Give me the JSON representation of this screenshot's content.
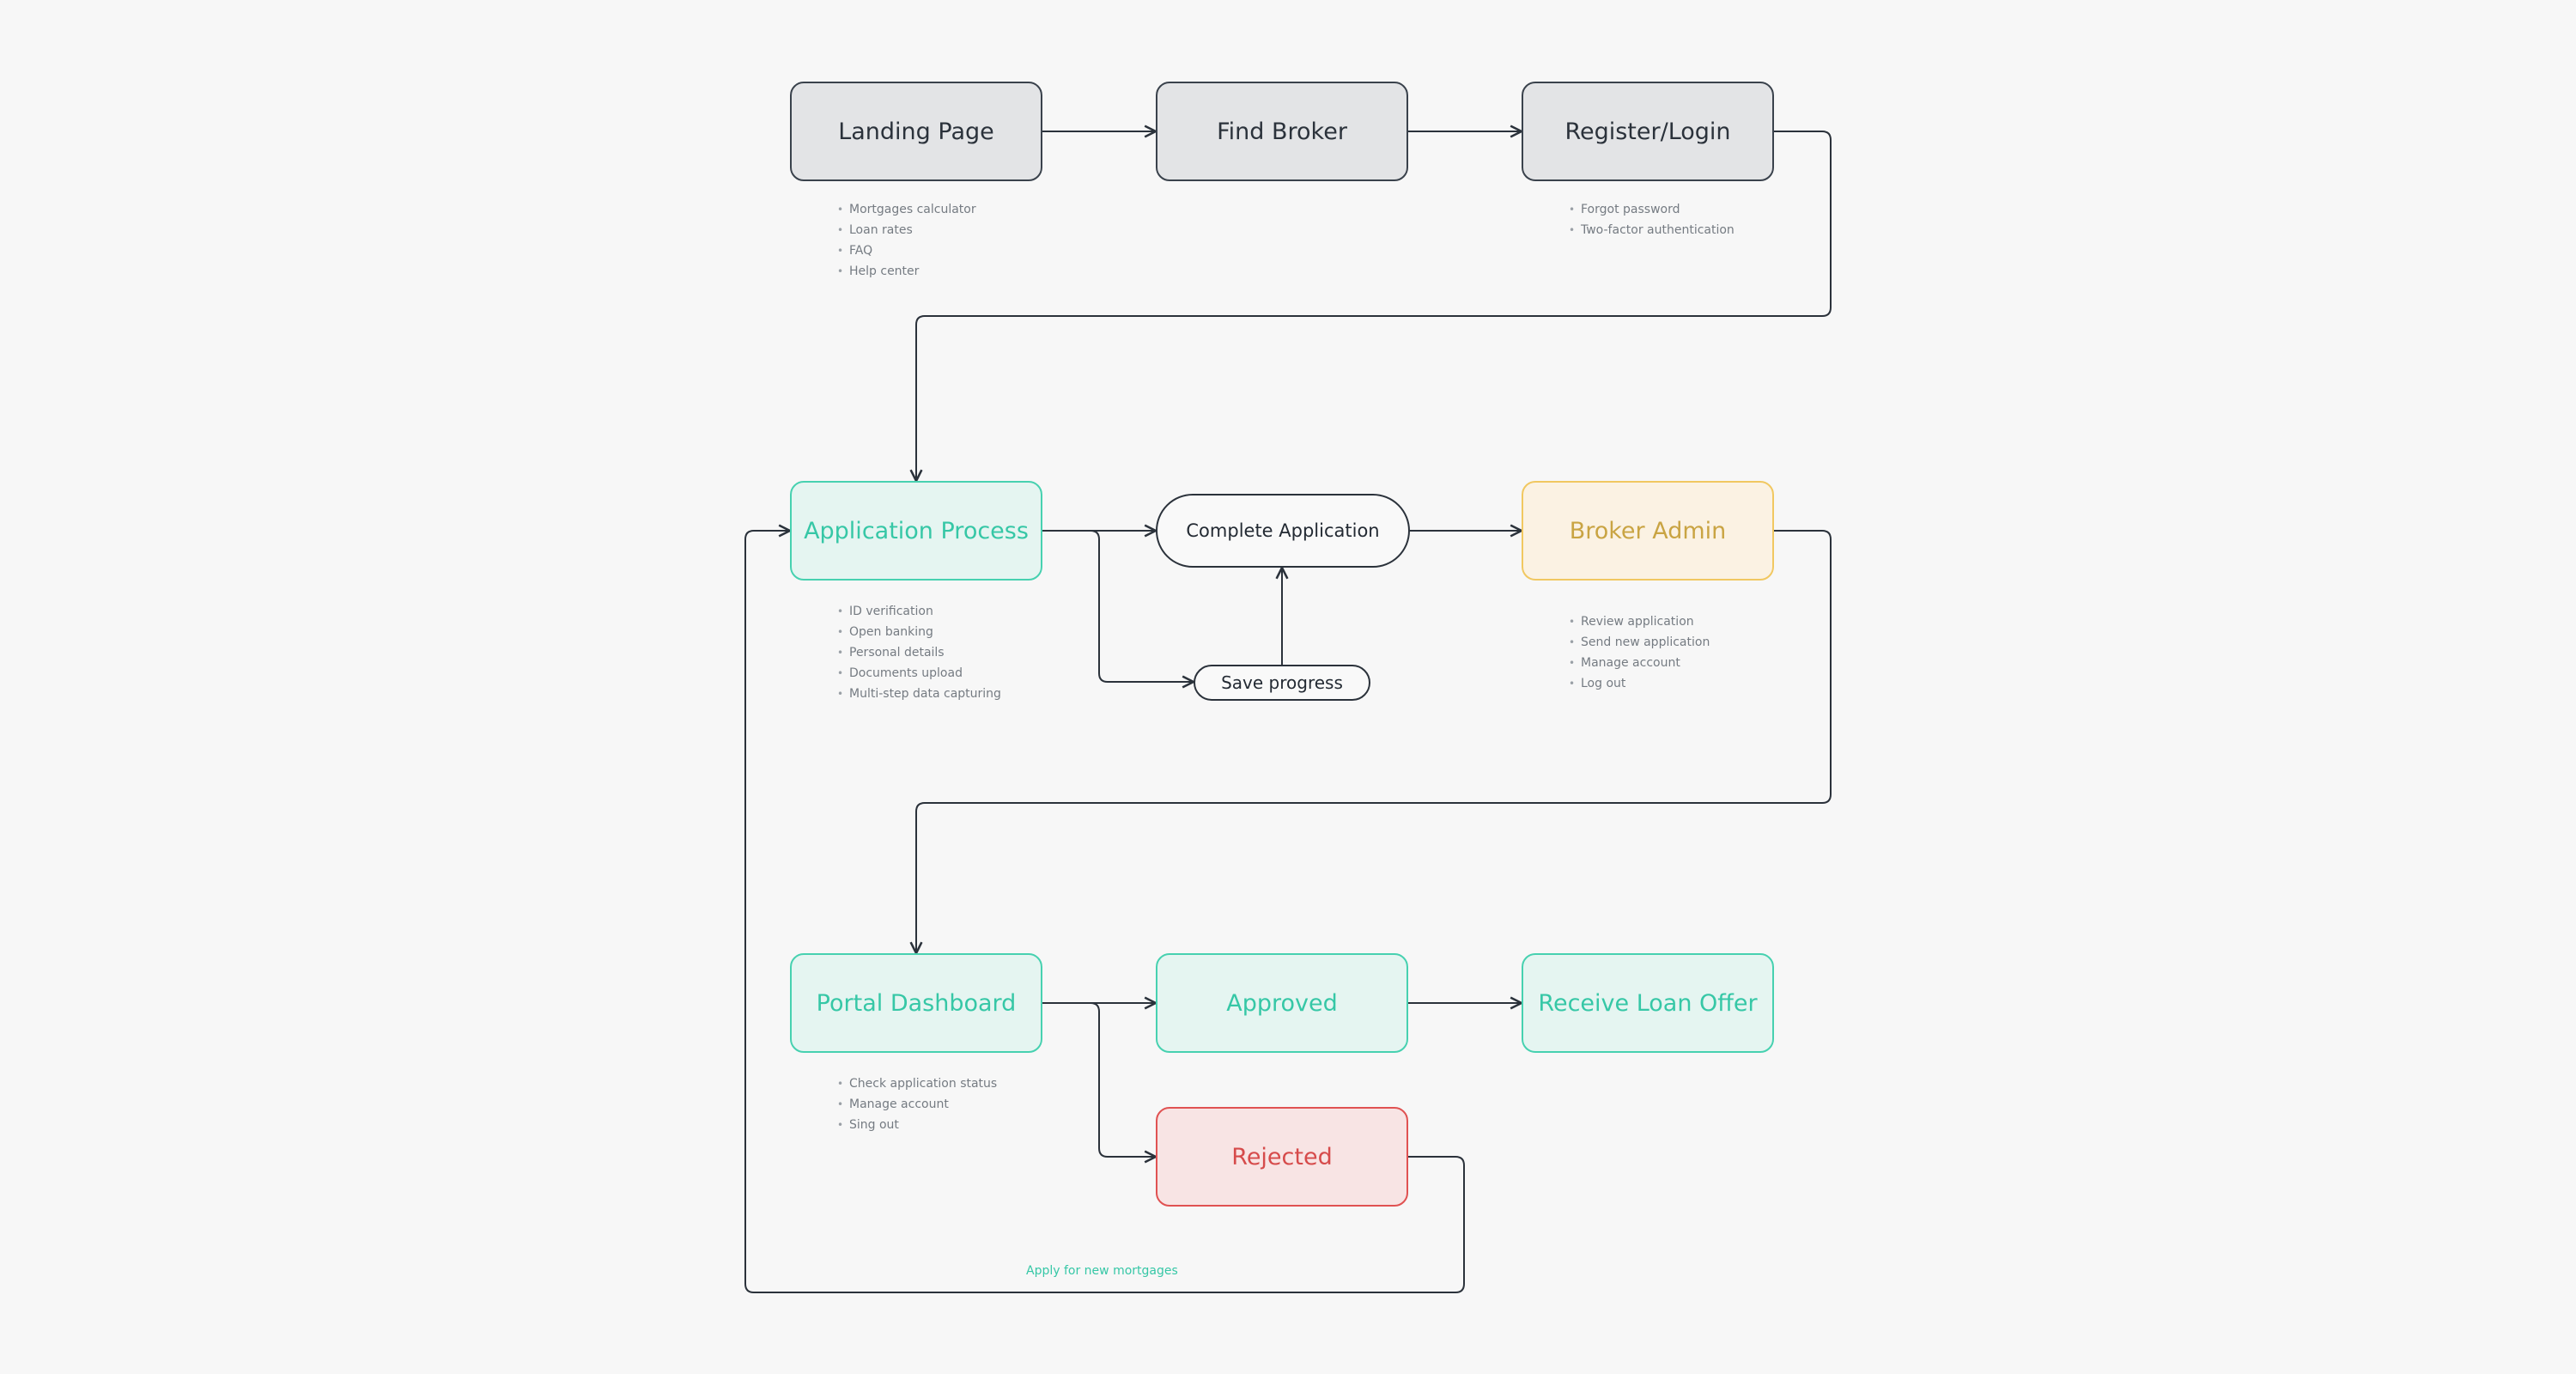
{
  "colors": {
    "background": "#f7f7f7",
    "connector": "#2b323b",
    "gray_node": "#e3e4e6",
    "teal_accent": "#47d1b0",
    "yellow_accent": "#f1c861",
    "red_accent": "#e05252"
  },
  "nodes": {
    "landing_page": "Landing Page",
    "find_broker": "Find Broker",
    "register_login": "Register/Login",
    "application_process": "Application Process",
    "complete_application": "Complete Application",
    "save_progress": "Save progress",
    "broker_admin": "Broker Admin",
    "portal_dashboard": "Portal Dashboard",
    "approved": "Approved",
    "receive_loan_offer": "Receive Loan Offer",
    "rejected": "Rejected"
  },
  "notes": {
    "landing_page": [
      "Mortgages calculator",
      "Loan rates",
      "FAQ",
      "Help center"
    ],
    "register_login": [
      "Forgot password",
      "Two-factor authentication"
    ],
    "application_process": [
      "ID verification",
      "Open banking",
      "Personal details",
      "Documents upload",
      "Multi-step data capturing"
    ],
    "broker_admin": [
      "Review application",
      "Send new application",
      "Manage account",
      "Log out"
    ],
    "portal_dashboard": [
      "Check application status",
      "Manage account",
      "Sing out"
    ]
  },
  "loop_label": "Apply for new mortgages"
}
